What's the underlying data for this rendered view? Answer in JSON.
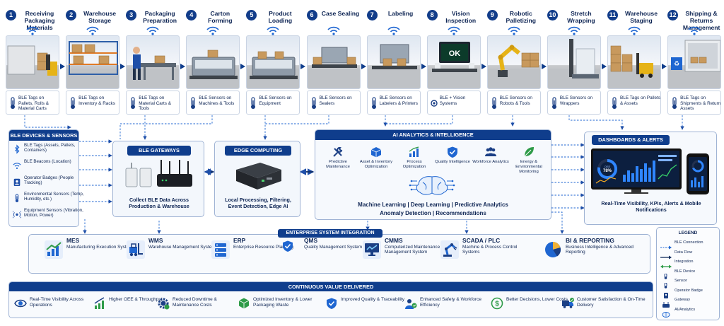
{
  "colors": {
    "navy": "#0f3d8c",
    "blue": "#1f66d1",
    "green": "#2e9b48",
    "border": "#9fb3d4"
  },
  "steps": [
    {
      "num": "1",
      "title": "Receiving Packaging Materials",
      "tag": "BLE Tags on Pallets, Rolls & Material Carts"
    },
    {
      "num": "2",
      "title": "Warehouse Storage",
      "tag": "BLE Tags on Inventory & Racks"
    },
    {
      "num": "3",
      "title": "Packaging Preparation",
      "tag": "BLE Tags on Material Carts & Tools"
    },
    {
      "num": "4",
      "title": "Carton Forming",
      "tag": "BLE Sensors on Machines & Tools"
    },
    {
      "num": "5",
      "title": "Product Loading",
      "tag": "BLE Sensors on Equipment"
    },
    {
      "num": "6",
      "title": "Case Sealing",
      "tag": "BLE Sensors on Sealers"
    },
    {
      "num": "7",
      "title": "Labeling",
      "tag": "BLE Sensors on Labelers & Printers"
    },
    {
      "num": "8",
      "title": "Vision Inspection",
      "tag": "BLE + Vision Systems",
      "screen": "OK"
    },
    {
      "num": "9",
      "title": "Robotic Palletizing",
      "tag": "BLE Sensors on Robots & Tools"
    },
    {
      "num": "10",
      "title": "Stretch Wrapping",
      "tag": "BLE Sensors on Wrappers"
    },
    {
      "num": "11",
      "title": "Warehouse Staging",
      "tag": "BLE Tags on Pallets & Assets"
    },
    {
      "num": "12",
      "title": "Shipping & Returns Management",
      "tag": "BLE Tags on Shipments & Return Assets"
    }
  ],
  "devices": {
    "title": "BLE DEVICES & SENSORS",
    "items": [
      {
        "icon": "bluetooth-icon",
        "label": "BLE Tags (Assets, Pallets, Containers)"
      },
      {
        "icon": "wifi-icon",
        "label": "BLE Beacons (Location)"
      },
      {
        "icon": "badge-icon",
        "label": "Operator Badges (People Tracking)"
      },
      {
        "icon": "thermometer-icon",
        "label": "Environmental Sensors (Temp, Humidity, etc.)"
      },
      {
        "icon": "vibration-icon",
        "label": "Equipment Sensors (Vibration, Motion, Power)"
      }
    ]
  },
  "gateways": {
    "title": "BLE GATEWAYS",
    "caption": "Collect BLE Data Across Production & Warehouse"
  },
  "edge": {
    "title": "EDGE COMPUTING",
    "caption": "Local Processing, Filtering, Event Detection, Edge AI"
  },
  "ai": {
    "title": "AI ANALYTICS & INTELLIGENCE",
    "items": [
      {
        "icon": "wrench-icon",
        "label": "Predictive Maintenance"
      },
      {
        "icon": "cube-icon",
        "label": "Asset & Inventory Optimization"
      },
      {
        "icon": "bar-chart-icon",
        "label": "Process Optimization"
      },
      {
        "icon": "shield-check-icon",
        "label": "Quality Intelligence"
      },
      {
        "icon": "people-icon",
        "label": "Workforce Analytics"
      },
      {
        "icon": "leaf-icon",
        "label": "Energy & Environmental Monitoring"
      }
    ],
    "line1": "Machine Learning  |  Deep Learning  |  Predictive Analytics",
    "line2": "Anomaly Detection  |  Recommendations"
  },
  "dashboards": {
    "title": "DASHBOARDS & ALERTS",
    "caption": "Real-Time Visibility, KPIs, Alerts & Mobile Notifications",
    "gauge_label": "OEE",
    "gauge_value": "78%",
    "gauge_fraction": 0.78
  },
  "enterprise": {
    "title": "ENTERPRISE SYSTEM INTEGRATION",
    "items": [
      {
        "icon": "trend-icon",
        "name": "MES",
        "desc": "Manufacturing Execution System"
      },
      {
        "icon": "forklift-icon",
        "name": "WMS",
        "desc": "Warehouse Management System"
      },
      {
        "icon": "server-icon",
        "name": "ERP",
        "desc": "Enterprise Resource Planning"
      },
      {
        "icon": "shield-check-icon",
        "name": "QMS",
        "desc": "Quality Management System"
      },
      {
        "icon": "monitor-icon",
        "name": "CMMS",
        "desc": "Computerized Maintenance Management System"
      },
      {
        "icon": "robot-arm-icon",
        "name": "SCADA / PLC",
        "desc": "Machine & Process Control Systems"
      },
      {
        "icon": "pie-chart-icon",
        "name": "BI & REPORTING",
        "desc": "Business Intelligence & Advanced Reporting"
      }
    ]
  },
  "value": {
    "title": "CONTINUOUS VALUE DELIVERED",
    "items": [
      {
        "icon": "eye-icon",
        "label": "Real-Time Visibility Across Operations"
      },
      {
        "icon": "growth-icon",
        "label": "Higher OEE & Throughput"
      },
      {
        "icon": "gear-clock-icon",
        "label": "Reduced Downtime & Maintenance Costs"
      },
      {
        "icon": "box-recycle-icon",
        "label": "Optimized Inventory & Lower Packaging Waste"
      },
      {
        "icon": "shield-check-icon",
        "label": "Improved Quality & Traceability"
      },
      {
        "icon": "worker-icon",
        "label": "Enhanced Safety & Workforce Efficiency"
      },
      {
        "icon": "dollar-icon",
        "label": "Better Decisions, Lower Costs"
      },
      {
        "icon": "truck-check-icon",
        "label": "Customer Satisfaction & On-Time Delivery"
      }
    ]
  },
  "legend": {
    "title": "LEGEND",
    "items": [
      {
        "kind": "dashed",
        "label": "BLE Connection"
      },
      {
        "kind": "solid",
        "label": "Data Flow"
      },
      {
        "kind": "green",
        "label": "Integration"
      },
      {
        "kind": "thermo",
        "label": "BLE Device"
      },
      {
        "kind": "thermo",
        "label": "Sensor"
      },
      {
        "kind": "badge",
        "label": "Operator Badge"
      },
      {
        "kind": "gateway",
        "label": "Gateway"
      },
      {
        "kind": "brain",
        "label": "AI/Analytics"
      }
    ]
  }
}
